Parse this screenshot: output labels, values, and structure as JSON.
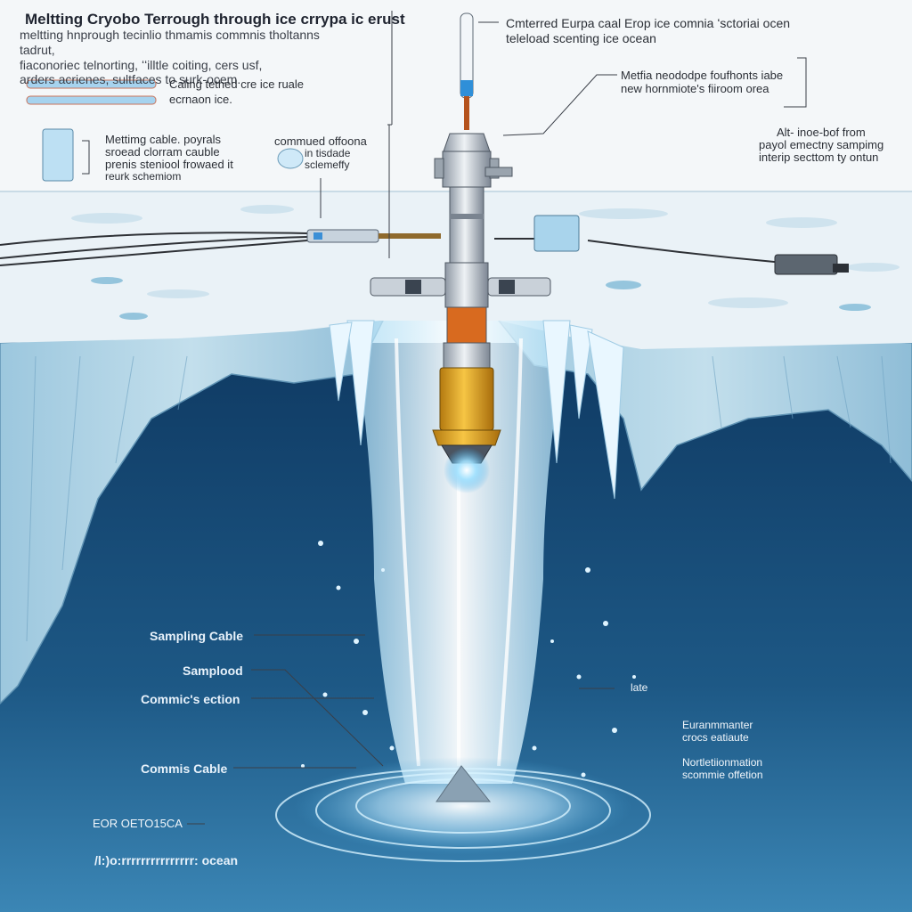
{
  "title": "Meltting Cryobo Terrough through ice crrypa ic erust",
  "intro_lines": [
    "meltting hnprough tecinlio thmamis commnis tholtanns tadrut,",
    "fiaconoriec telnorting, ʻʻilltle coiting, cers usf,",
    "arders acrienes, sultfaces to surk-ocem."
  ],
  "labels": {
    "top_right_1": "Cmterred Eurpa caal Erop ice comnia ʻsctoriai ocen",
    "top_right_2": "teleload scenting ice ocean",
    "legend_cable_1": "Caling tethed cre ice ruale",
    "legend_cable_2": "ecrnaon ice.",
    "legend_module_1": "Mettimg cable.  poyrals",
    "legend_module_2": "sroead clorram cauble",
    "legend_module_3": "prenis steniool frowaed it",
    "legend_module_4": "reurk schemiom",
    "center_note_1": "commued offoona",
    "center_note_2": "in tisdade",
    "center_note_3": "sclemeffy",
    "right_note_1": "Metfia neododpe foufhonts iabe",
    "right_note_2": "new hornmiote's fiiroom orea",
    "far_right_1": "Alt- inoe-bof from",
    "far_right_2": "payol emectny sampimg",
    "far_right_3": "interip secttom ty ontun",
    "sampling_cable": "Sampling Cable",
    "samplood": "Samplood",
    "commis_section": "Commic's ection",
    "commis_cable": "Commis Cable",
    "eor_code": "EOR OETO15CA",
    "ocean_bottom": "/l:)o:rrrrrrrrrrrrrrr: ocean",
    "late": "late",
    "euramm_1": "Euranmmanter",
    "euramm_2": "crocs eatiaute",
    "nort_1": "Nortletiionmation",
    "nort_2": "scommie offetion"
  },
  "colors": {
    "ocean_deep": "#123f6a",
    "ocean_mid": "#2a6d9a",
    "ice_wall": "#7fb5d4",
    "ice_surface": "#e8f1f6",
    "probe_yellow": "#e0a526",
    "probe_silver": "#c9d0d8",
    "glow": "#7fd3ff",
    "water": "#cfeeff"
  }
}
